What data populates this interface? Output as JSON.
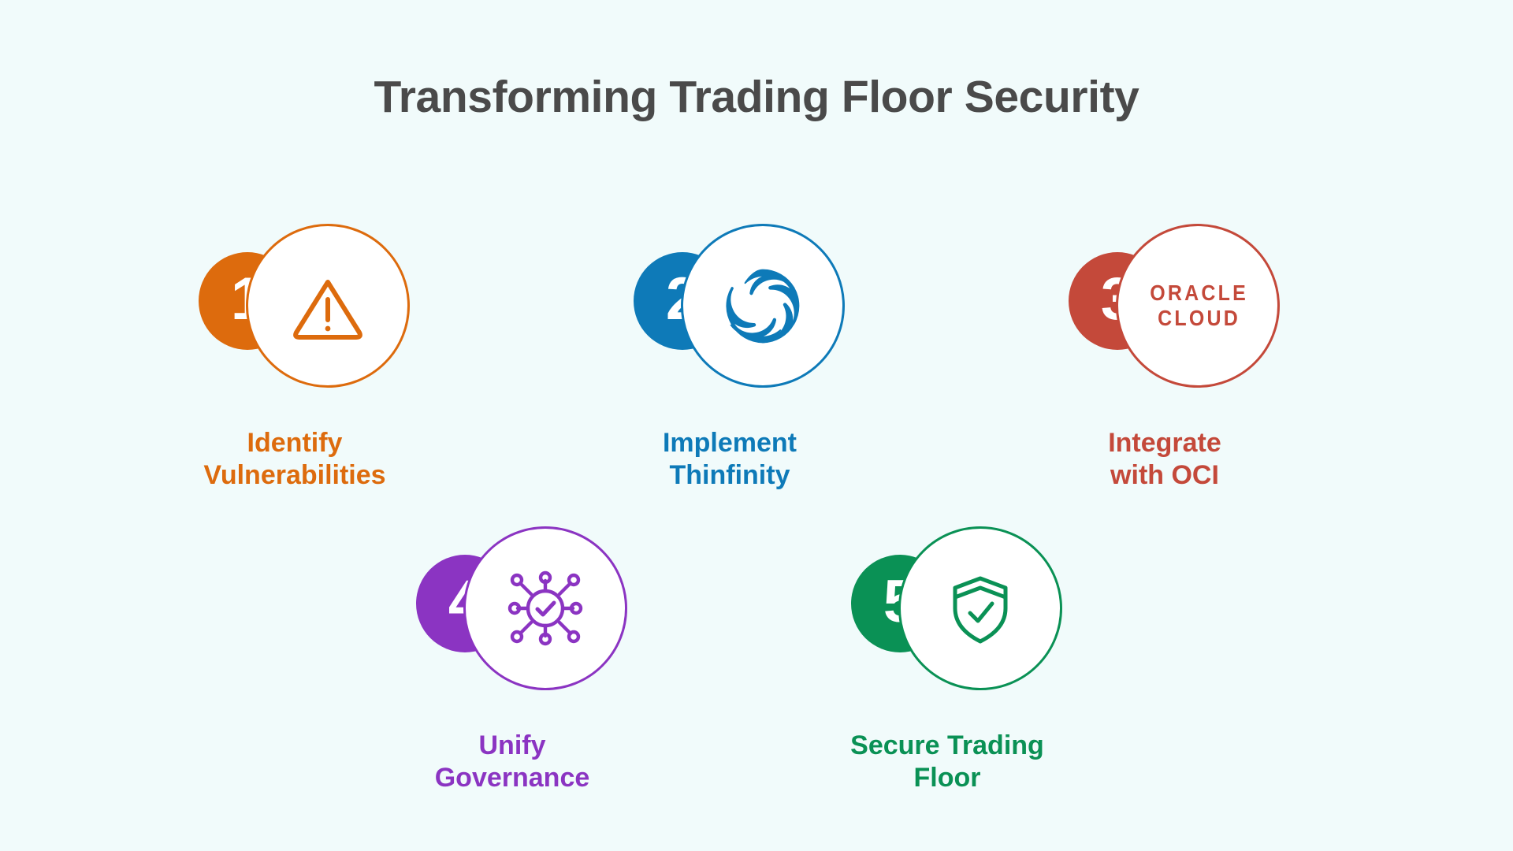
{
  "slide": {
    "background_color": "#f1fbfb",
    "title": "Transforming Trading Floor Security",
    "title_color": "#4a4a4a"
  },
  "steps": [
    {
      "number": "1",
      "label": "Identify\nVulnerabilities",
      "color": "#dd6b0d",
      "icon": "warning-triangle-icon"
    },
    {
      "number": "2",
      "label": "Implement\nThinfinity",
      "color": "#0e7ab8",
      "icon": "thinfinity-logo-icon"
    },
    {
      "number": "3",
      "label": "Integrate\nwith OCI",
      "color": "#c4493a",
      "icon": "oracle-cloud-logo-icon",
      "logo_line1": "ORACLE",
      "logo_line2": "CLOUD"
    },
    {
      "number": "4",
      "label": "Unify\nGovernance",
      "color": "#8b34c2",
      "icon": "network-check-icon"
    },
    {
      "number": "5",
      "label": "Secure Trading\nFloor",
      "color": "#0a9155",
      "icon": "shield-check-icon"
    }
  ]
}
